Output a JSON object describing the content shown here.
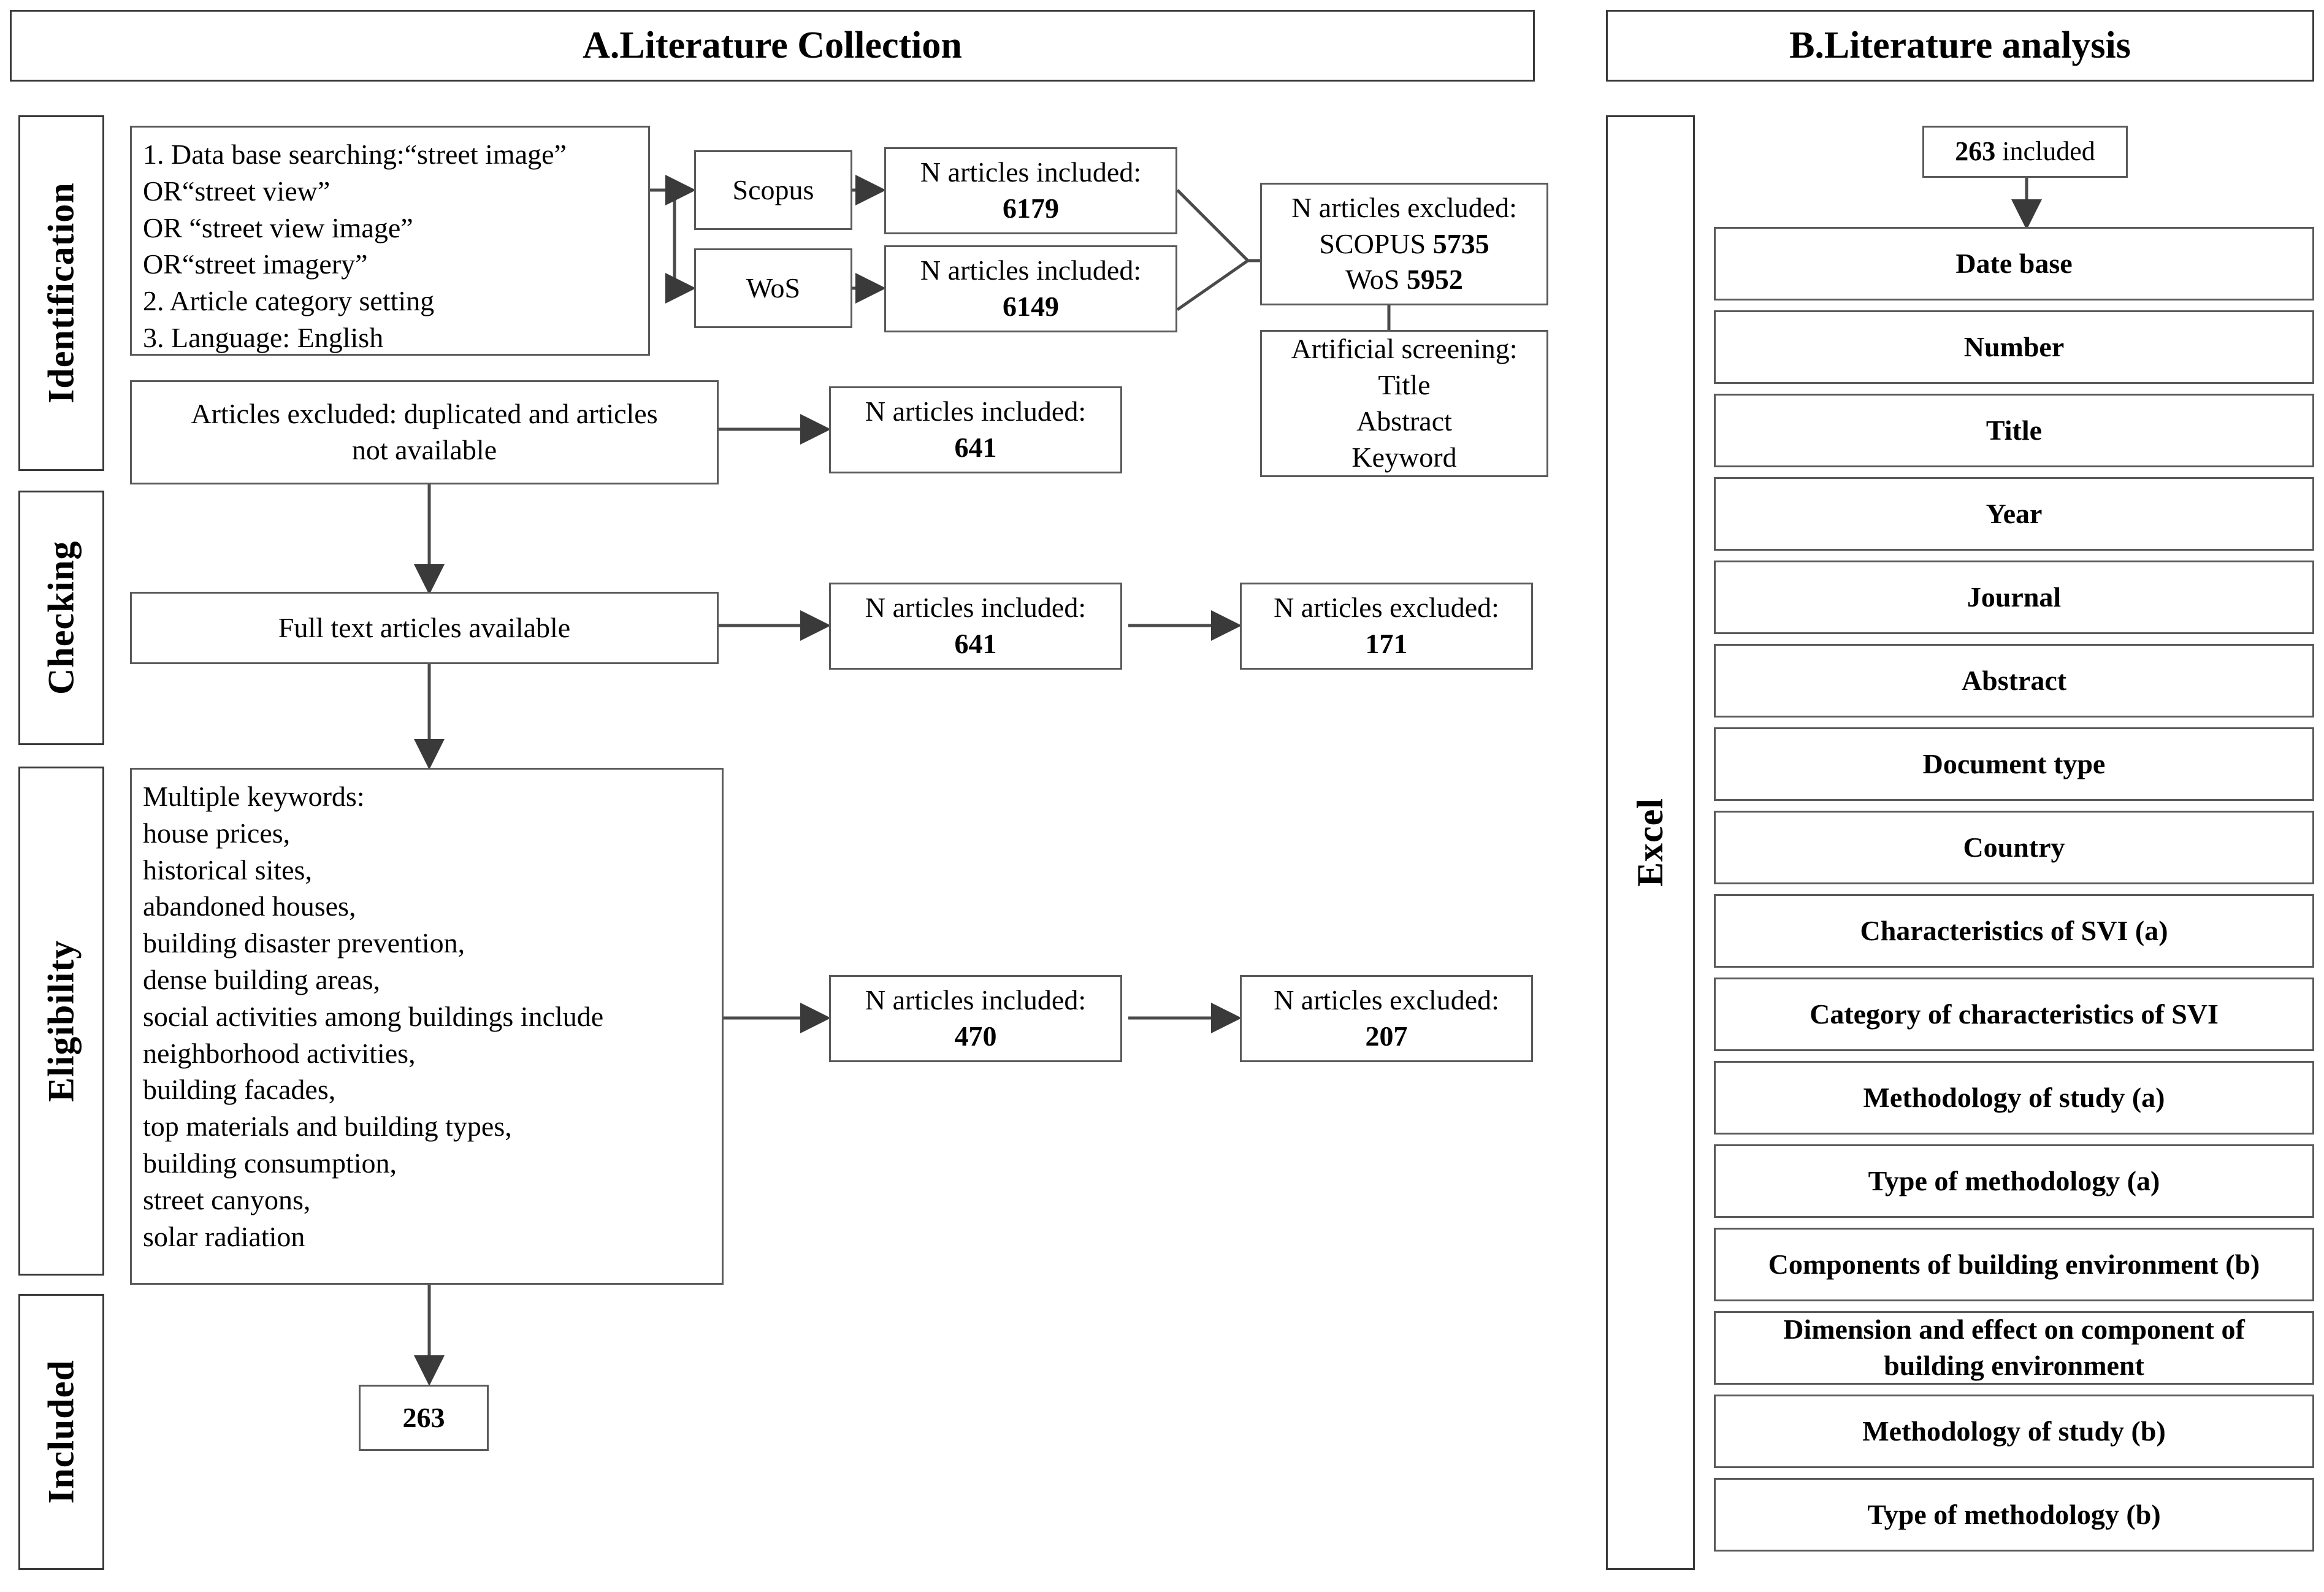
{
  "colors": {
    "border": "#5a5a5a",
    "border_dark": "#3a3a3a",
    "text": "#000000",
    "background": "#ffffff"
  },
  "panels": {
    "left": {
      "title": "A.Literature Collection"
    },
    "right": {
      "title": "B.Literature analysis"
    }
  },
  "stages": [
    {
      "label": "Identification"
    },
    {
      "label": "Checking"
    },
    {
      "label": "Eligibility"
    },
    {
      "label": "Included"
    }
  ],
  "left_panel": {
    "search_strategy": "1. Data base searching:“street image”\nOR“street view”\nOR “street view image”\nOR“street imagery”\n2. Article category setting\n3. Language: English",
    "databases": [
      {
        "name": "Scopus"
      },
      {
        "name": "WoS"
      }
    ],
    "included_scopus": {
      "label": "N articles included:",
      "value": "6179"
    },
    "included_wos": {
      "label": "N articles included:",
      "value": "6149"
    },
    "excluded_db": {
      "label": "N articles excluded:",
      "line1_name": "SCOPUS",
      "line1_value": "5735",
      "line2_name": "WoS",
      "line2_value": "5952"
    },
    "artificial_screening": {
      "label": "Artificial screening:",
      "items": [
        "Title",
        "Abstract",
        "Keyword"
      ]
    },
    "articles_excluded_dupes": "Articles excluded: duplicated and articles\nnot available",
    "included_641_a": {
      "label": "N articles included:",
      "value": "641"
    },
    "full_text": "Full text articles available",
    "included_641_b": {
      "label": "N articles included:",
      "value": "641"
    },
    "excluded_171": {
      "label": "N articles excluded:",
      "value": "171"
    },
    "keywords": {
      "heading": "Multiple keywords:",
      "items": [
        "house prices,",
        "historical sites,",
        "abandoned houses,",
        "building disaster prevention,",
        "dense building areas,",
        "social activities among buildings include",
        "neighborhood activities,",
        "building facades,",
        "top materials and building types,",
        "building consumption,",
        "street canyons,",
        "solar radiation"
      ]
    },
    "included_470": {
      "label": "N articles included:",
      "value": "470"
    },
    "excluded_207": {
      "label": "N articles excluded:",
      "value": "207"
    },
    "final_count": "263"
  },
  "right_panel": {
    "tool_label": "Excel",
    "entry": {
      "value": "263",
      "suffix": " included"
    },
    "fields": [
      "Date base",
      "Number",
      "Title",
      "Year",
      "Journal",
      "Abstract",
      "Document type",
      "Country",
      "Characteristics of SVI (a)",
      "Category of  characteristics of SVI",
      "Methodology of study (a)",
      "Type of methodology (a)",
      "Components of building environment (b)",
      "Dimension and effect on component of\nbuilding environment",
      "Methodology of study (b)",
      "Type of methodology (b)"
    ]
  }
}
